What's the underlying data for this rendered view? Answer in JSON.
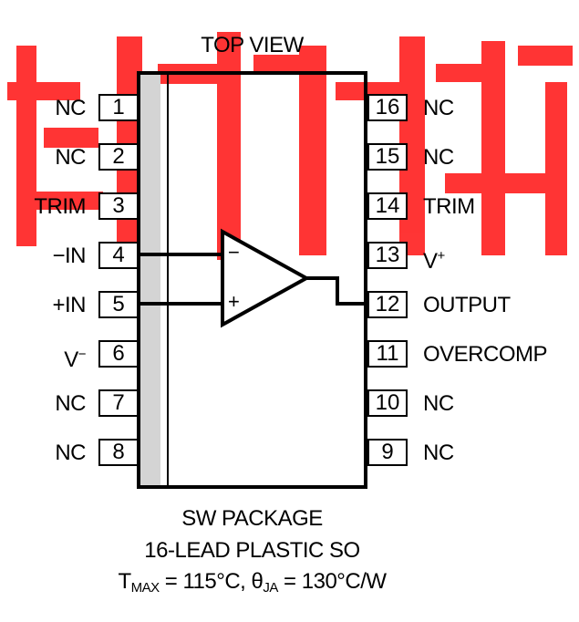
{
  "title": "TOP VIEW",
  "left_pins": [
    {
      "num": "1",
      "label": "NC"
    },
    {
      "num": "2",
      "label": "NC"
    },
    {
      "num": "3",
      "label": "TRIM"
    },
    {
      "num": "4",
      "label": "−IN"
    },
    {
      "num": "5",
      "label": "+IN"
    },
    {
      "num": "6",
      "label": "V",
      "sup": "−"
    },
    {
      "num": "7",
      "label": "NC"
    },
    {
      "num": "8",
      "label": "NC"
    }
  ],
  "right_pins": [
    {
      "num": "16",
      "label": "NC"
    },
    {
      "num": "15",
      "label": "NC"
    },
    {
      "num": "14",
      "label": "TRIM"
    },
    {
      "num": "13",
      "label": "V",
      "sup": "+"
    },
    {
      "num": "12",
      "label": "OUTPUT"
    },
    {
      "num": "11",
      "label": "OVERCOMP"
    },
    {
      "num": "10",
      "label": "NC"
    },
    {
      "num": "9",
      "label": "NC"
    }
  ],
  "opamp": {
    "minus_sign": "−",
    "plus_sign": "+"
  },
  "caption": {
    "line1": "SW PACKAGE",
    "line2": "16-LEAD PLASTIC SO",
    "tmax_T": "T",
    "tmax_sub": "MAX",
    "tmax_rest": " = 115°C, θ",
    "theta_sub": "JA",
    "theta_rest": " = 130°C/W"
  },
  "colors": {
    "watermark": "#ff2a2a",
    "package_stripe": "#d4d4d4"
  }
}
